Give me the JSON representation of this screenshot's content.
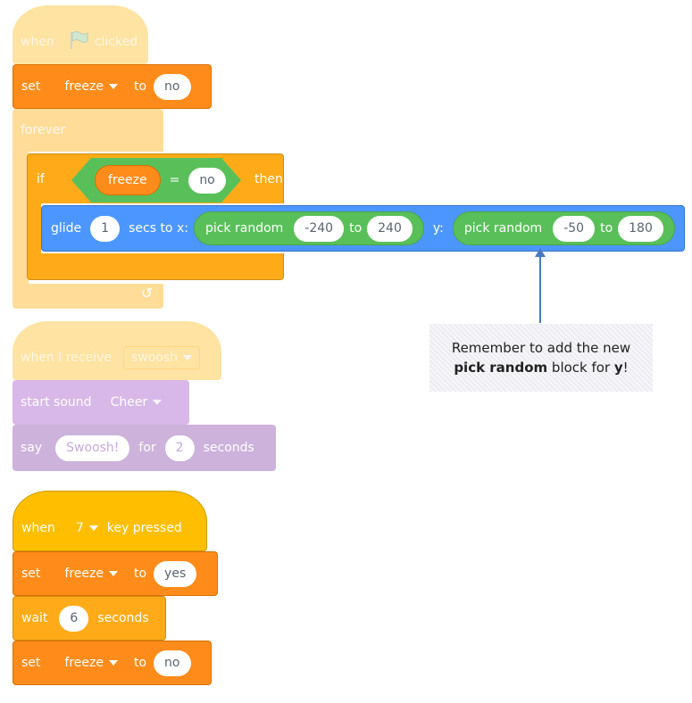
{
  "script1": {
    "hat": {
      "when": "when",
      "clicked": "clicked",
      "flag_icon": "green-flag-icon"
    },
    "set1": {
      "set": "set",
      "variable": "freeze",
      "to": "to",
      "value": "no"
    },
    "forever": {
      "label": "forever"
    },
    "if_block": {
      "if": "if",
      "then": "then",
      "var": "freeze",
      "op": "=",
      "value": "no"
    },
    "glide": {
      "glide": "glide",
      "secs": "1",
      "secs_to_x": "secs to x:",
      "pick_random_1": "pick random",
      "x_from": "-240",
      "to_1": "to",
      "x_to": "240",
      "y": "y:",
      "pick_random_2": "pick random",
      "y_from": "-50",
      "to_2": "to",
      "y_to": "180"
    }
  },
  "script2": {
    "hat": {
      "when_i_receive": "when I receive",
      "message": "swoosh"
    },
    "sound": {
      "start_sound": "start sound",
      "sound_name": "Cheer"
    },
    "say": {
      "say": "say",
      "text": "Swoosh!",
      "for": "for",
      "secs": "2",
      "seconds": "seconds"
    }
  },
  "script3": {
    "hat": {
      "when": "when",
      "key": "7",
      "key_pressed": "key pressed"
    },
    "set_yes": {
      "set": "set",
      "variable": "freeze",
      "to": "to",
      "value": "yes"
    },
    "wait": {
      "wait": "wait",
      "secs": "6",
      "seconds": "seconds"
    },
    "set_no": {
      "set": "set",
      "variable": "freeze",
      "to": "to",
      "value": "no"
    }
  },
  "callout": {
    "line1": "Remember to add the new",
    "bold": "pick random",
    "mid": " block for ",
    "y_bold": "y",
    "end": "!"
  },
  "colors": {
    "variables": "#ff8c1a",
    "control": "#ffab19",
    "motion": "#4c97ff",
    "operators": "#59c059",
    "events": "#ffbf00",
    "sound_faded": "#d8b8e8",
    "looks_faded": "#cdb2dc"
  }
}
